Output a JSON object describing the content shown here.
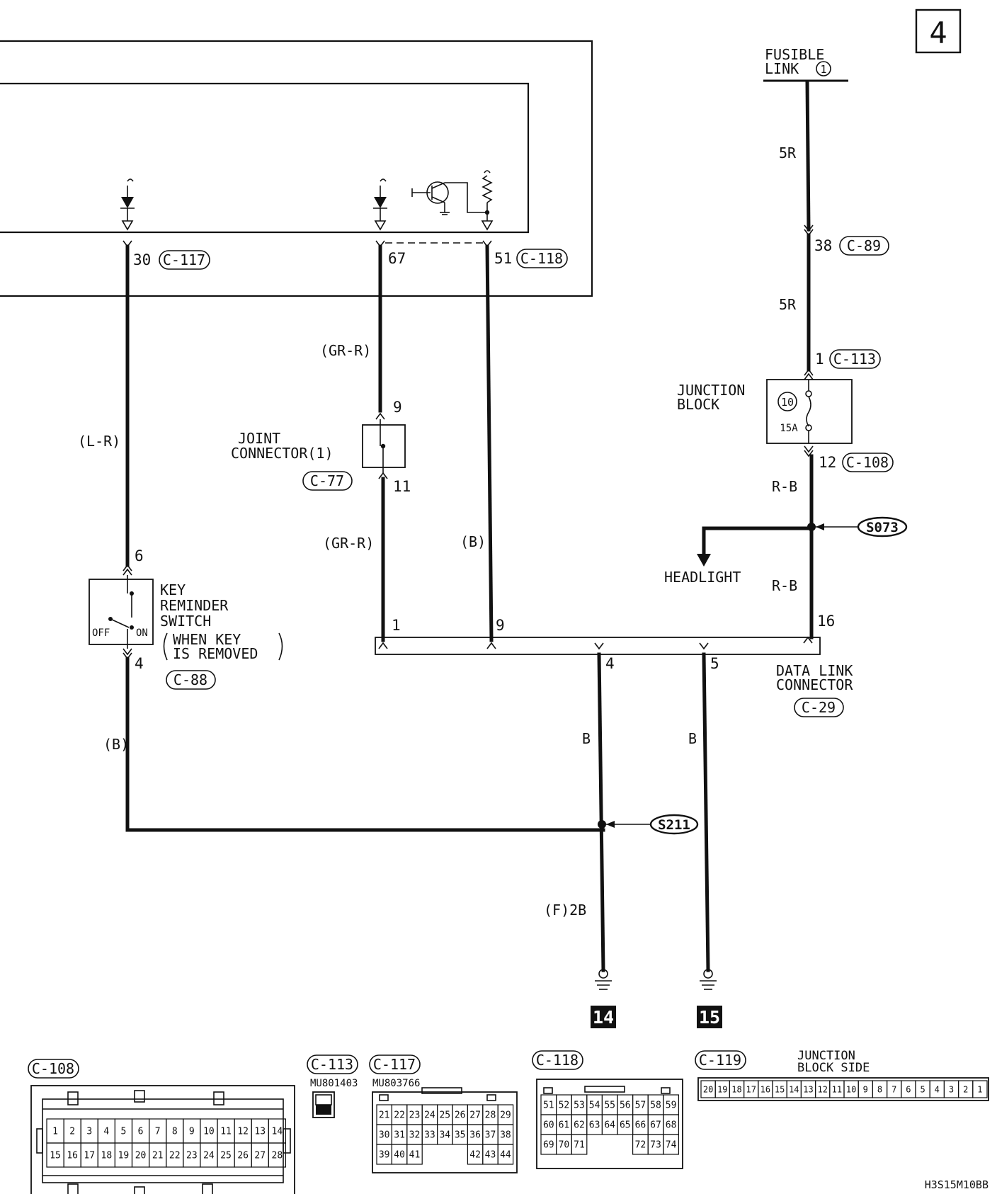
{
  "page_number": "4",
  "fusible_link": {
    "line1": "FUSIBLE",
    "line2": "LINK",
    "num": "1"
  },
  "wire_colors": {
    "r5_top": "5R",
    "r5_mid": "5R",
    "rb_1": "R-B",
    "rb_2": "R-B",
    "grr_1": "(GR-R)",
    "grr_2": "(GR-R)",
    "lr": "(L-R)",
    "b_ecu": "(B)",
    "b_key": "(B)",
    "b_dlc4": "B",
    "b_dlc5": "B",
    "f2b": "(F)2B"
  },
  "terminals": {
    "t30": "30",
    "t67": "67",
    "t51": "51",
    "t38": "38",
    "t1": "1",
    "t12": "12",
    "t9": "9",
    "t11": "11",
    "t6": "6",
    "t4": "4",
    "dlc1": "1",
    "dlc9": "9",
    "dlc16": "16",
    "dlc4": "4",
    "dlc5": "5"
  },
  "connectors": {
    "c117": "C-117",
    "c118": "C-118",
    "c89": "C-89",
    "c113": "C-113",
    "c108": "C-108",
    "c77": "C-77",
    "c88": "C-88",
    "c29": "C-29",
    "c119": "C-119"
  },
  "components": {
    "junction_block": {
      "line1": "JUNCTION",
      "line2": "BLOCK",
      "fuse_num": "10",
      "fuse_rating": "15A"
    },
    "joint_connector": {
      "line1": "JOINT",
      "line2": "CONNECTOR(1)"
    },
    "key_switch": {
      "line1": "KEY",
      "line2": "REMINDER",
      "line3": "SWITCH",
      "note1": "WHEN KEY",
      "note2": "IS REMOVED",
      "off": "OFF",
      "on": "ON"
    },
    "data_link": {
      "line1": "DATA LINK",
      "line2": "CONNECTOR"
    },
    "headlight": "HEADLIGHT"
  },
  "splices": {
    "s073": "S073",
    "s211": "S211"
  },
  "grounds": {
    "g14": "14",
    "g15": "15"
  },
  "bottom": {
    "c113_part": "MU801403",
    "c117_part": "MU803766",
    "c119_side": {
      "line1": "JUNCTION",
      "line2": "BLOCK SIDE"
    },
    "c108_row1": [
      "1",
      "2",
      "3",
      "4",
      "5",
      "6",
      "7",
      "8",
      "9",
      "10",
      "11",
      "12",
      "13",
      "14"
    ],
    "c108_row2": [
      "15",
      "16",
      "17",
      "18",
      "19",
      "20",
      "21",
      "22",
      "23",
      "24",
      "25",
      "26",
      "27",
      "28"
    ],
    "c113_pins": [
      "1"
    ],
    "c117_rows": [
      [
        "21",
        "22",
        "23",
        "24",
        "25",
        "26",
        "27",
        "28",
        "29"
      ],
      [
        "30",
        "31",
        "32",
        "33",
        "34",
        "35",
        "36",
        "37",
        "38"
      ],
      [
        "39",
        "40",
        "41",
        "",
        "",
        "",
        "42",
        "43",
        "44"
      ]
    ],
    "c118_rows": [
      [
        "51",
        "52",
        "53",
        "54",
        "55",
        "56",
        "57",
        "58",
        "59"
      ],
      [
        "60",
        "61",
        "62",
        "63",
        "64",
        "65",
        "66",
        "67",
        "68"
      ],
      [
        "69",
        "70",
        "71",
        "",
        "",
        "",
        "72",
        "73",
        "74"
      ]
    ],
    "c119_pins": [
      "20",
      "19",
      "18",
      "17",
      "16",
      "15",
      "14",
      "13",
      "12",
      "11",
      "10",
      "9",
      "8",
      "7",
      "6",
      "5",
      "4",
      "3",
      "2",
      "1"
    ]
  },
  "diagram_code": "H3S15M10BB"
}
